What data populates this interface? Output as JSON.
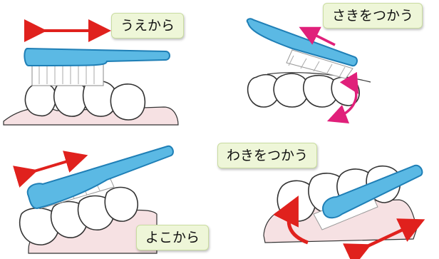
{
  "labels": {
    "top": "うえから",
    "back": "さきをつかう",
    "side": "よこから",
    "heel": "わきをつかう"
  },
  "colors": {
    "brush_blue": "#5bb9e4",
    "brush_outline": "#1f7fb6",
    "arrow_red": "#e0211d",
    "arrow_magenta": "#e0207a",
    "gum_pink": "#f6e1e3",
    "label_bg": "#eef6d8"
  }
}
